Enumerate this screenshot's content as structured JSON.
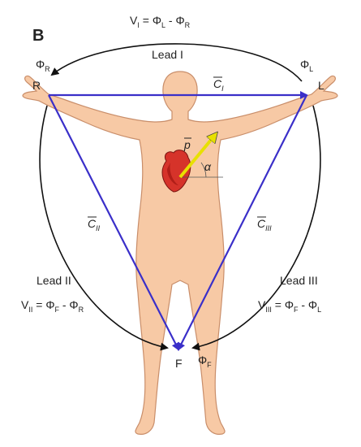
{
  "panel_label": "B",
  "equations": {
    "lead_I": {
      "v": "V",
      "v_sub": "I",
      "rhs_1": " = Φ",
      "rhs_1_sub": "L",
      "rhs_2": " - Φ",
      "rhs_2_sub": "R"
    },
    "lead_II": {
      "v": "V",
      "v_sub": "II",
      "rhs_1": " = Φ",
      "rhs_1_sub": "F",
      "rhs_2": " - Φ",
      "rhs_2_sub": "R"
    },
    "lead_III": {
      "v": "V",
      "v_sub": "III",
      "rhs_1": " = Φ",
      "rhs_1_sub": "F",
      "rhs_2": " - Φ",
      "rhs_2_sub": "L"
    }
  },
  "leads": {
    "lead_I": "Lead I",
    "lead_II": "Lead II",
    "lead_III": "Lead III"
  },
  "electrodes": {
    "right": "R",
    "left": "L",
    "foot": "F"
  },
  "potentials": {
    "right": {
      "symbol": "Φ",
      "sub": "R"
    },
    "left": {
      "symbol": "Φ",
      "sub": "L"
    },
    "foot": {
      "symbol": "Φ",
      "sub": "F"
    }
  },
  "vectors": {
    "c1": {
      "symbol": "C",
      "sub": "I"
    },
    "c2": {
      "symbol": "C",
      "sub": "II"
    },
    "c3": {
      "symbol": "C",
      "sub": "III"
    },
    "p": {
      "symbol": "p"
    },
    "alpha": "α"
  },
  "colors": {
    "body": "#F7C9A5",
    "body_outline": "#C98E6A",
    "heart": "#D6332A",
    "triangle": "#3A2FC9",
    "dipole": "#E8E000",
    "arcs": "#111111"
  }
}
